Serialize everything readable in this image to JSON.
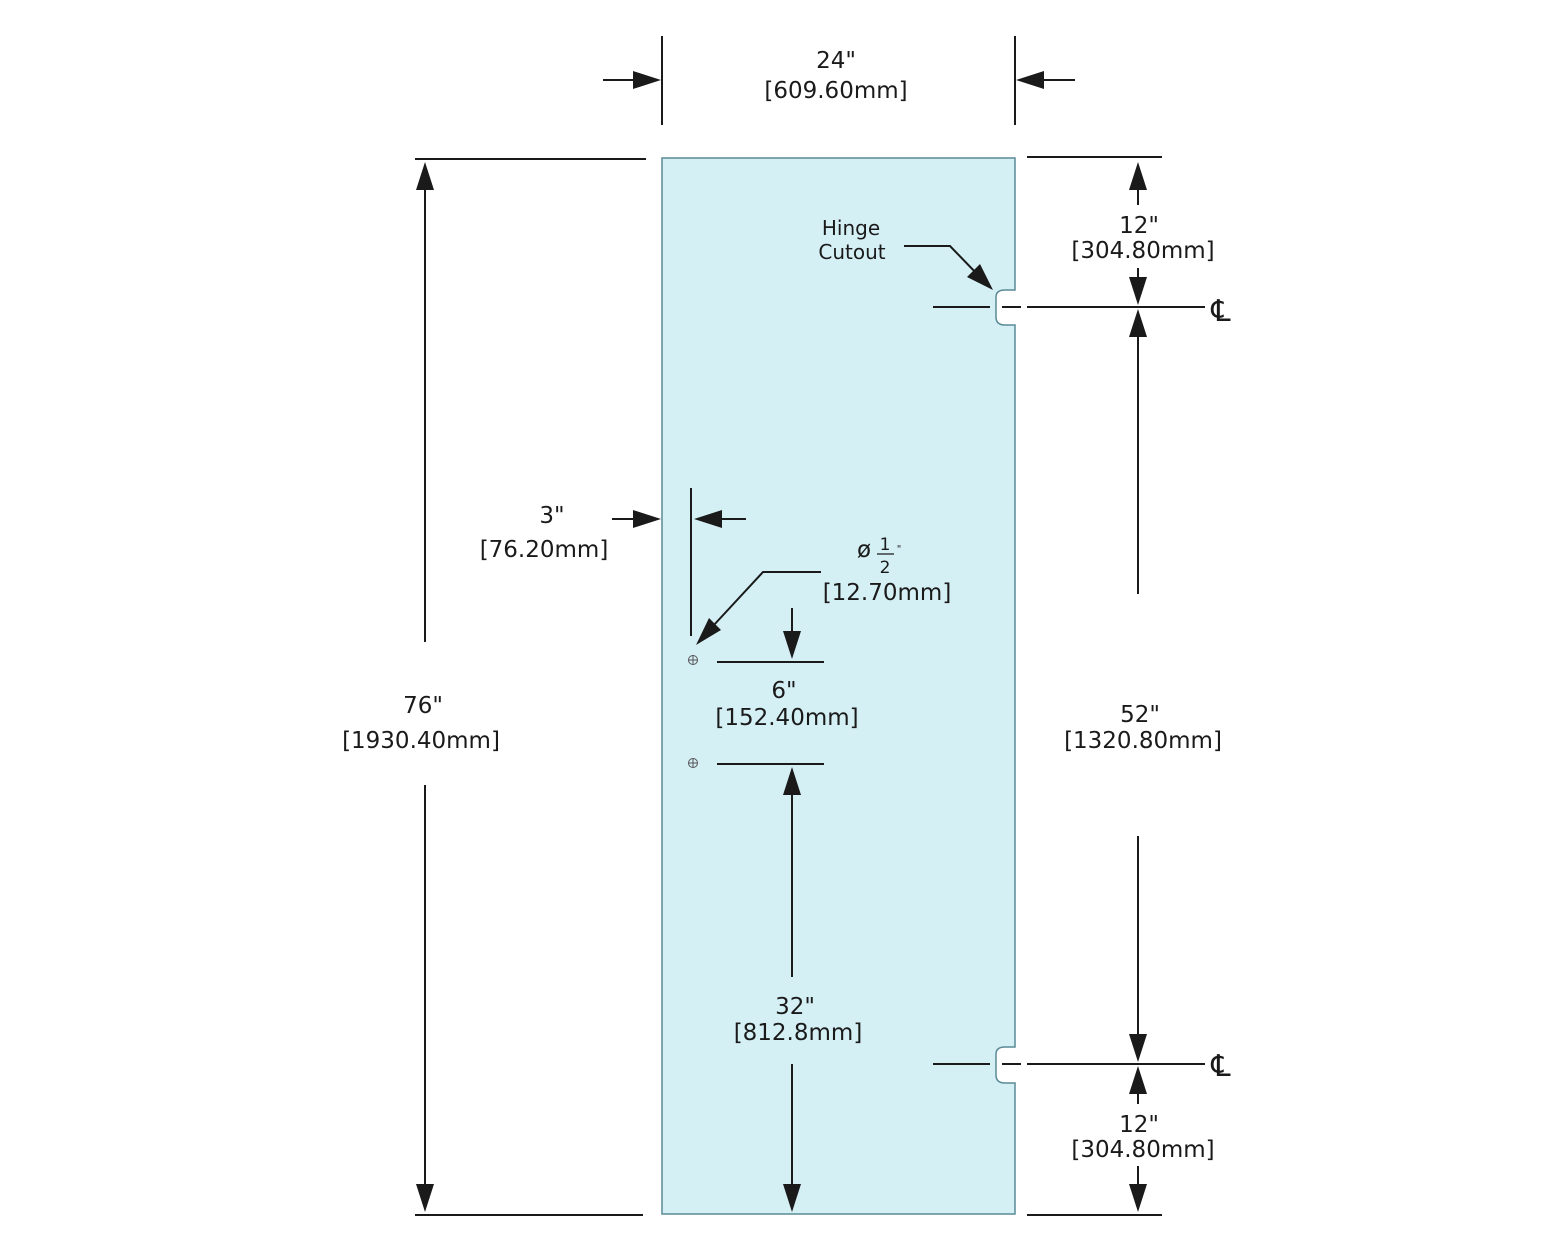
{
  "dimensions": {
    "width": {
      "inches": "24\"",
      "mm": "[609.60mm]"
    },
    "height": {
      "inches": "76\"",
      "mm": "[1930.40mm]"
    },
    "top_to_hinge": {
      "inches": "12\"",
      "mm": "[304.80mm]"
    },
    "hinge_to_hinge": {
      "inches": "52\"",
      "mm": "[1320.80mm]"
    },
    "bottom_to_hinge": {
      "inches": "12\"",
      "mm": "[304.80mm]"
    },
    "hole_edge_offset": {
      "inches": "3\"",
      "mm": "[76.20mm]"
    },
    "hole_spacing": {
      "inches": "6\"",
      "mm": "[152.40mm]"
    },
    "bottom_to_hole": {
      "inches": "32\"",
      "mm": "[812.8mm]"
    },
    "hole_diameter": {
      "symbol": "ø",
      "numerator": "1",
      "denominator": "2",
      "unit": "\"",
      "mm": "[12.70mm]"
    }
  },
  "hinge_label": {
    "line1": "Hinge",
    "line2": "Cutout"
  },
  "centerline_symbol": "℄",
  "colors": {
    "glass": "#d5f0f5",
    "glass_edge": "#5a8a96",
    "line": "#1a1a1a"
  }
}
